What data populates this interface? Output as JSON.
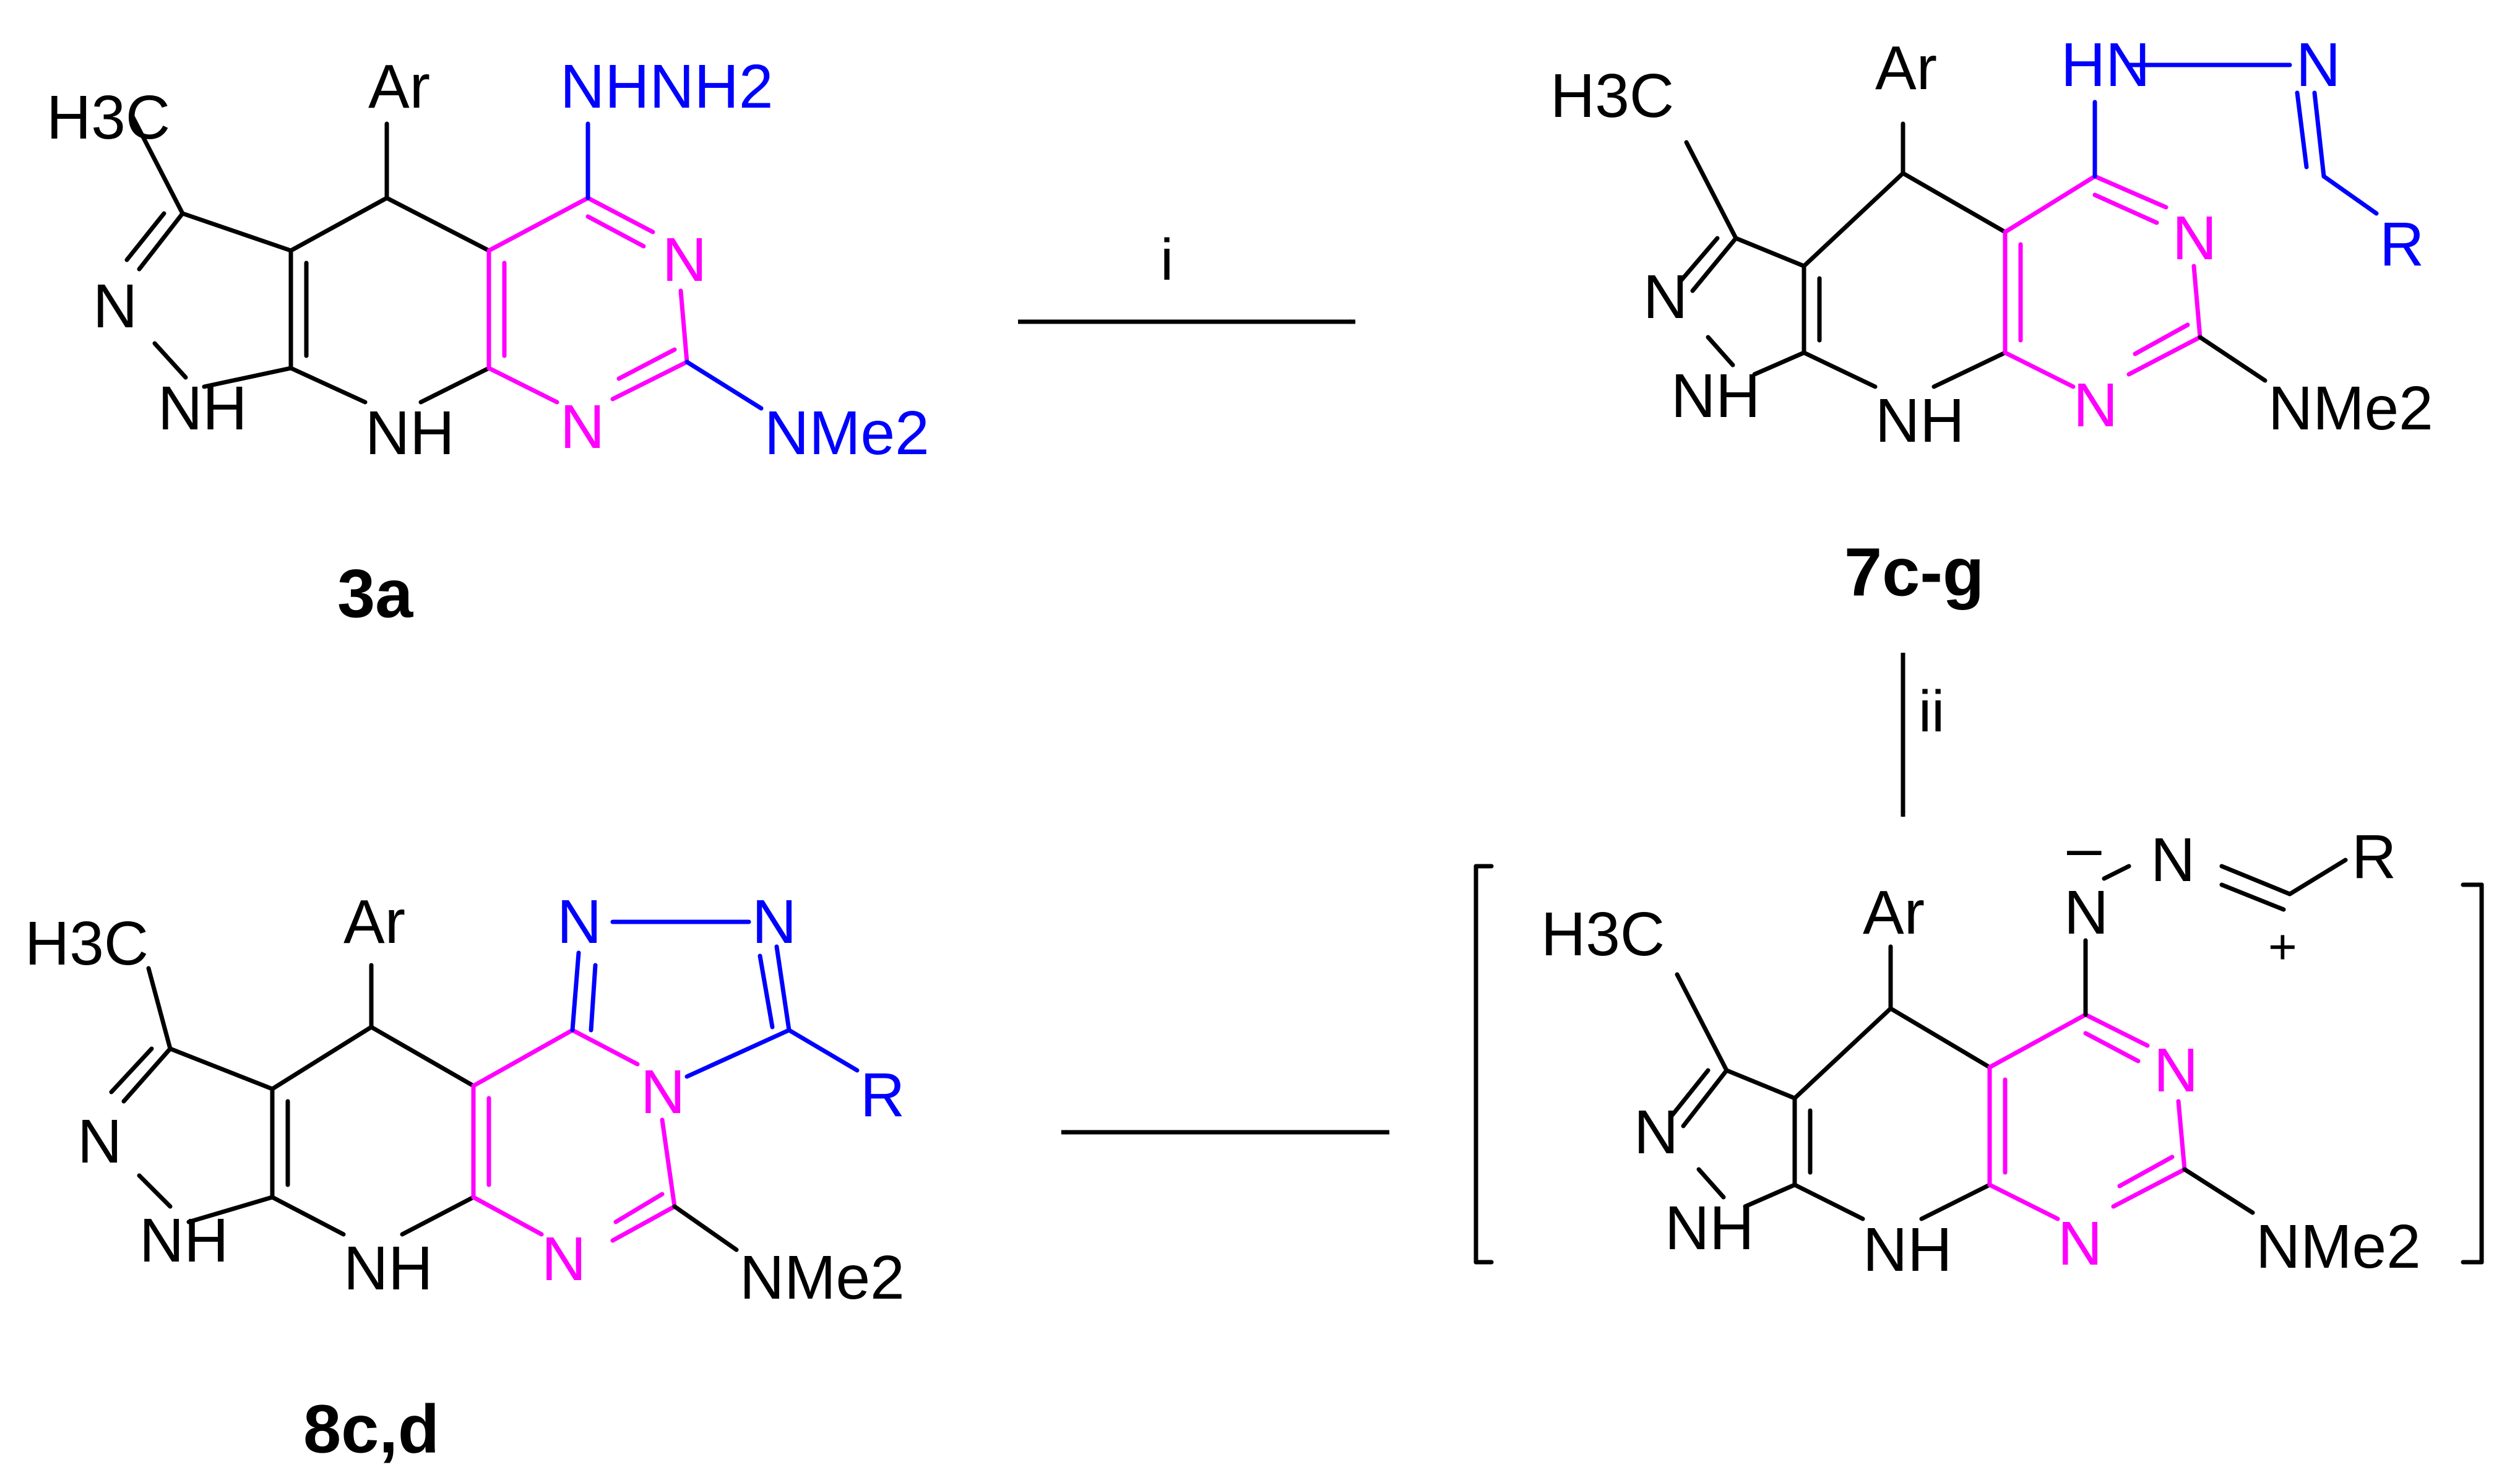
{
  "compounds": {
    "c3a": {
      "label": "3a",
      "h3c": "H3C",
      "ar": "Ar",
      "nh_ring": "NH",
      "n_left": "N",
      "nh_pyr": "NH",
      "n_pyrim_top": "N",
      "n_pyrim_bottom": "N",
      "substituent_top": "NHNH2",
      "substituent_right": "NMe2"
    },
    "c7": {
      "label": "7c-g",
      "h3c": "H3C",
      "ar": "Ar",
      "hn": "HN",
      "n_imine": "N",
      "r": "R",
      "n_pyrim_top": "N",
      "n_pyrim_bottom": "N",
      "nme2": "NMe2"
    },
    "c8": {
      "label": "8c,d",
      "h3c": "H3C",
      "ar": "Ar",
      "n_triazole_left": "N",
      "n_triazole_right": "N",
      "n_bridge": "N",
      "r": "R",
      "n_pyrim_bottom": "N",
      "nme2": "NMe2"
    },
    "intermediate": {
      "h3c": "H3C",
      "ar": "Ar",
      "n_minus": "N",
      "n_eq": "N",
      "r": "R",
      "minus": "–",
      "plus": "+",
      "n_pyrim_top": "N",
      "n_pyrim_bottom": "N",
      "nme2": "NMe2"
    }
  },
  "arrows": {
    "step_i": "i",
    "step_ii": "ii"
  },
  "colors": {
    "ring_highlight": "#ff00ff",
    "substituent": "#0000ff",
    "default": "#000000"
  }
}
